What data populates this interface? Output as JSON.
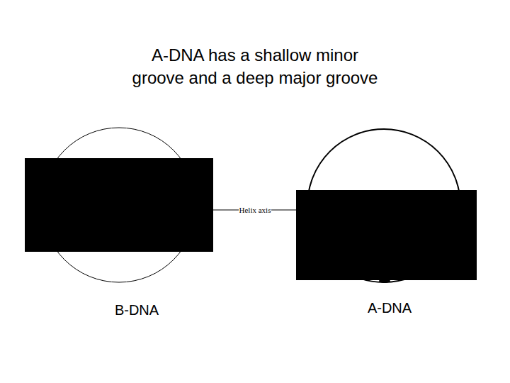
{
  "diagram": {
    "title": "A-DNA has a shallow minor groove and a deep major groove",
    "labels": [
      "Helix axis",
      "B-DNA",
      "A-DNA"
    ]
  }
}
